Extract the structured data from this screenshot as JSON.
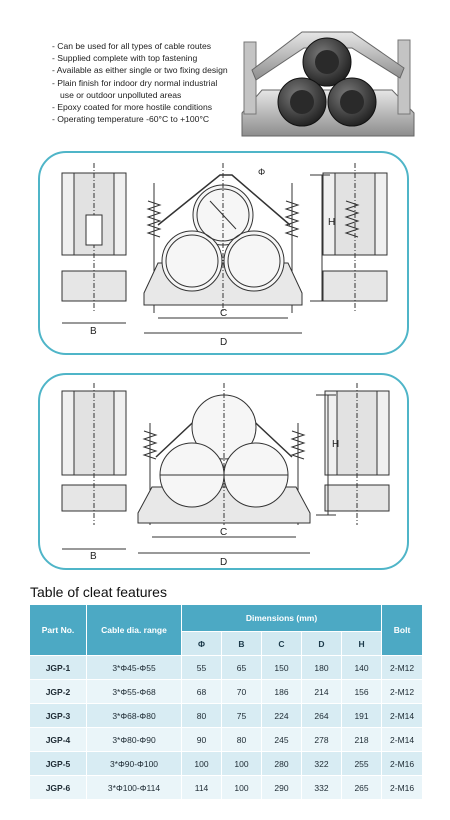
{
  "features": [
    {
      "text": "- Can be used for all types of cable routes",
      "indent": false
    },
    {
      "text": "- Supplied complete with top fastening",
      "indent": false
    },
    {
      "text": "- Available as either single or two fixing design",
      "indent": false
    },
    {
      "text": "- Plain finish for indoor dry normal industrial",
      "indent": false
    },
    {
      "text": "use or outdoor unpolluted areas",
      "indent": true
    },
    {
      "text": "- Epoxy coated for more hostile conditions",
      "indent": false
    },
    {
      "text": "- Operating temperature -60°C to +100°C",
      "indent": false
    }
  ],
  "drawing_labels": {
    "phi": "Φ",
    "h": "H",
    "b": "B",
    "c": "C",
    "d": "D"
  },
  "table": {
    "title": "Table of cleat features",
    "headers": {
      "part_no": "Part No.",
      "cable_range": "Cable dia. range",
      "dimensions": "Dimensions (mm)",
      "bolt": "Bolt",
      "sub": [
        "Φ",
        "B",
        "C",
        "D",
        "H"
      ]
    },
    "rows": [
      {
        "part": "JGP-1",
        "range": "3*Φ45-Φ55",
        "dims": [
          "55",
          "65",
          "150",
          "180",
          "140"
        ],
        "bolt": "2-M12"
      },
      {
        "part": "JGP-2",
        "range": "3*Φ55-Φ68",
        "dims": [
          "68",
          "70",
          "186",
          "214",
          "156"
        ],
        "bolt": "2-M12"
      },
      {
        "part": "JGP-3",
        "range": "3*Φ68-Φ80",
        "dims": [
          "80",
          "75",
          "224",
          "264",
          "191"
        ],
        "bolt": "2-M14"
      },
      {
        "part": "JGP-4",
        "range": "3*Φ80-Φ90",
        "dims": [
          "90",
          "80",
          "245",
          "278",
          "218"
        ],
        "bolt": "2-M14"
      },
      {
        "part": "JGP-5",
        "range": "3*Φ90-Φ100",
        "dims": [
          "100",
          "100",
          "280",
          "322",
          "255"
        ],
        "bolt": "2-M16"
      },
      {
        "part": "JGP-6",
        "range": "3*Φ100-Φ114",
        "dims": [
          "114",
          "100",
          "290",
          "332",
          "265"
        ],
        "bolt": "2-M16"
      }
    ]
  }
}
